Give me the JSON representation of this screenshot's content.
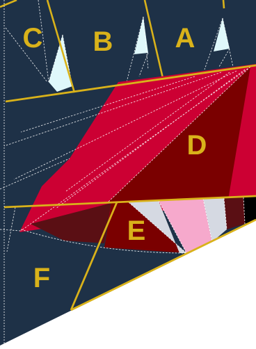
{
  "pattern": {
    "colors": {
      "navy": "#1e3147",
      "crimson": "#cc0033",
      "maroon": "#7a0000",
      "dark_maroon": "#5a0f14",
      "pink": "#f6a9cc",
      "light_gray": "#d5d9e2",
      "ice": "#dff8fb",
      "black": "#000000",
      "gold": "#d9b21a",
      "white": "#ffffff"
    },
    "sections": [
      {
        "id": "A",
        "label": "A"
      },
      {
        "id": "B",
        "label": "B"
      },
      {
        "id": "C",
        "label": "C"
      },
      {
        "id": "D",
        "label": "D"
      },
      {
        "id": "E",
        "label": "E"
      },
      {
        "id": "F",
        "label": "F"
      }
    ]
  }
}
